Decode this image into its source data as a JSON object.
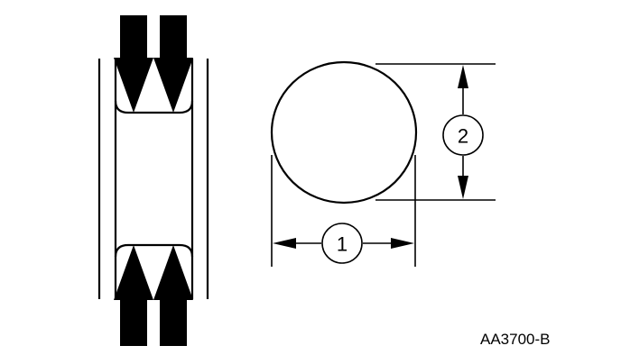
{
  "callouts": {
    "width_label": "1",
    "height_label": "2"
  },
  "figure_id": "AA3700-B"
}
